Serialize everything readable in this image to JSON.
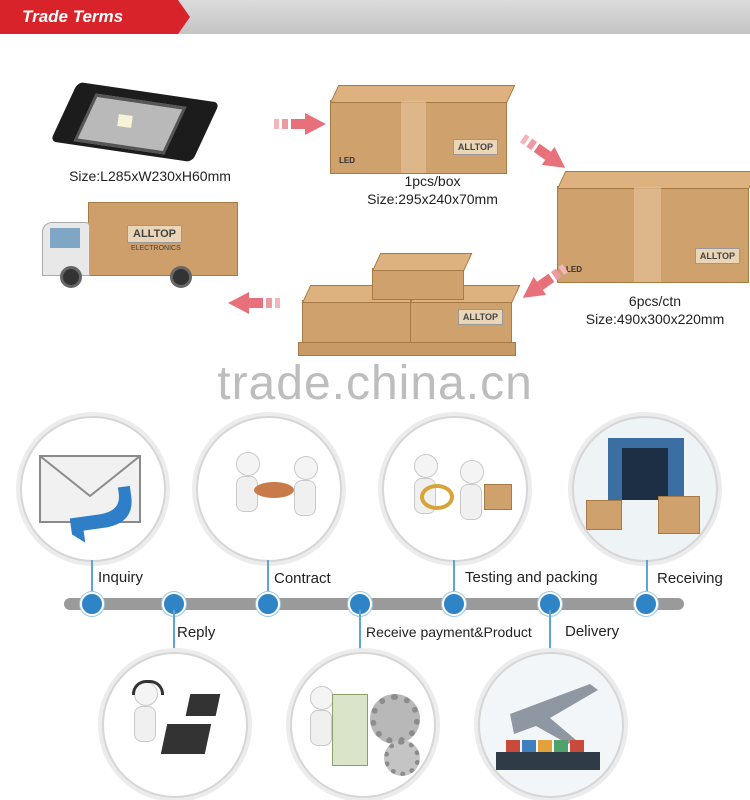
{
  "header": {
    "title": "Trade Terms"
  },
  "packaging": {
    "fixture_size": "Size:L285xW230xH60mm",
    "box_qty": "1pcs/box",
    "box_size": "Size:295x240x70mm",
    "carton_qty": "6pcs/ctn",
    "carton_size": "Size:490x300x220mm",
    "brand": "ALLTOP",
    "brand_sub": "ELECTRONICS",
    "box_led": "LED",
    "arrow_color": "#e8707a"
  },
  "watermark": "trade.china.cn",
  "process": {
    "steps_top": [
      "Inquiry",
      "Contract",
      "Testing and packing",
      "Receiving"
    ],
    "steps_bottom": [
      "Reply",
      "Receive payment&Product",
      "Delivery"
    ],
    "line_color": "#9a9a9a",
    "dot_color": "#2e84c5"
  }
}
